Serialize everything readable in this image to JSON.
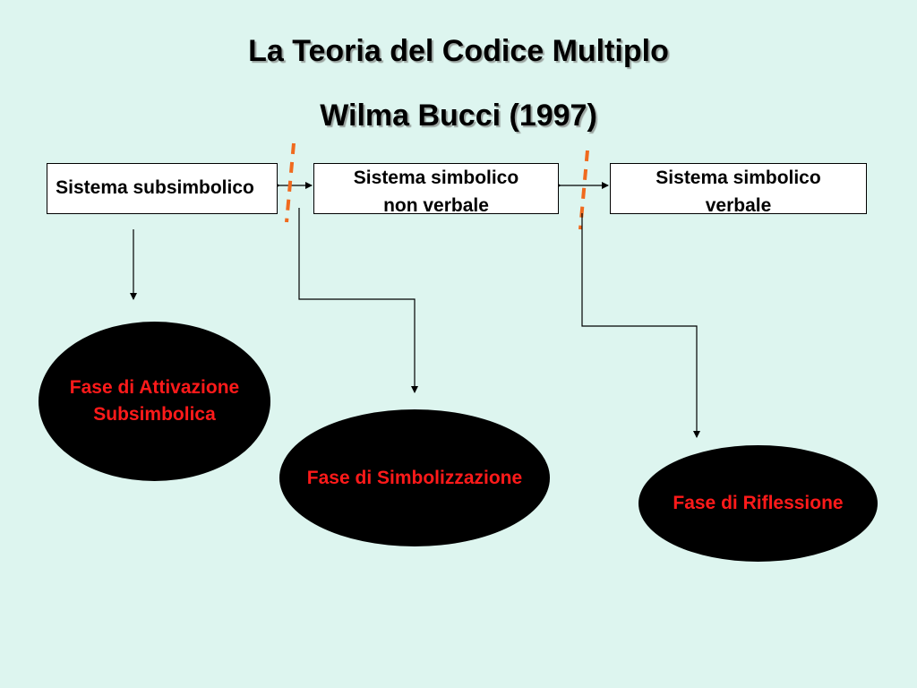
{
  "title": {
    "line1": "La Teoria del Codice Multiplo",
    "line2": "Wilma Bucci (1997)"
  },
  "systems": [
    {
      "line1": "Sistema subsimbolico"
    },
    {
      "line1": "Sistema simbolico",
      "line2": "non verbale"
    },
    {
      "line1": "Sistema simbolico",
      "line2": "verbale"
    }
  ],
  "phases": [
    {
      "line1": "Fase di Attivazione",
      "line2": "Subsimbolica"
    },
    {
      "line1": "Fase di Simbolizzazione"
    },
    {
      "line1": "Fase di Riflessione"
    }
  ],
  "colors": {
    "background": "#ddf5ef",
    "phase_fill": "#000000",
    "phase_text": "#ff1a1a",
    "separator": "#f06a1e"
  }
}
